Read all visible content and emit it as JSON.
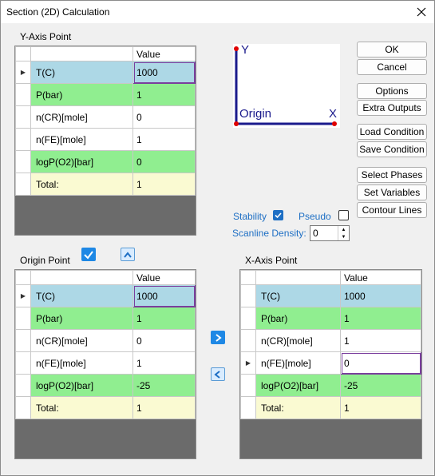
{
  "window": {
    "title": "Section (2D) Calculation"
  },
  "y_axis": {
    "label": "Y-Axis Point",
    "value_header": "Value",
    "rows": [
      {
        "name": "T(C)",
        "value": "1000"
      },
      {
        "name": "P(bar)",
        "value": "1"
      },
      {
        "name": "n(CR)[mole]",
        "value": "0"
      },
      {
        "name": "n(FE)[mole]",
        "value": "1"
      },
      {
        "name": "logP(O2)[bar]",
        "value": "0"
      },
      {
        "name": "Total:",
        "value": "1"
      }
    ]
  },
  "origin": {
    "label": "Origin Point",
    "value_header": "Value",
    "rows": [
      {
        "name": "T(C)",
        "value": "1000"
      },
      {
        "name": "P(bar)",
        "value": "1"
      },
      {
        "name": "n(CR)[mole]",
        "value": "0"
      },
      {
        "name": "n(FE)[mole]",
        "value": "1"
      },
      {
        "name": "logP(O2)[bar]",
        "value": "-25"
      },
      {
        "name": "Total:",
        "value": "1"
      }
    ]
  },
  "x_axis": {
    "label": "X-Axis Point",
    "value_header": "Value",
    "rows": [
      {
        "name": "T(C)",
        "value": "1000"
      },
      {
        "name": "P(bar)",
        "value": "1"
      },
      {
        "name": "n(CR)[mole]",
        "value": "1"
      },
      {
        "name": "n(FE)[mole]",
        "value": "0"
      },
      {
        "name": "logP(O2)[bar]",
        "value": "-25"
      },
      {
        "name": "Total:",
        "value": "1"
      }
    ]
  },
  "preview": {
    "y": "Y",
    "x": "X",
    "origin": "Origin"
  },
  "options": {
    "stability_label": "Stability",
    "stability_checked": true,
    "pseudo_label": "Pseudo",
    "pseudo_checked": false,
    "scanline_label": "Scanline Density:",
    "scanline_value": "0"
  },
  "buttons": {
    "ok": "OK",
    "cancel": "Cancel",
    "options": "Options",
    "extra_outputs": "Extra Outputs",
    "load_condition": "Load Condition",
    "save_condition": "Save Condition",
    "select_phases": "Select Phases",
    "set_variables": "Set Variables",
    "contour_lines": "Contour Lines"
  },
  "colors": {
    "row_blue": "#add8e6",
    "row_green": "#90ee90",
    "row_total": "#fafad2",
    "accent": "#1e6fc4",
    "axis": "#1a1a8c",
    "point": "#e00000"
  }
}
